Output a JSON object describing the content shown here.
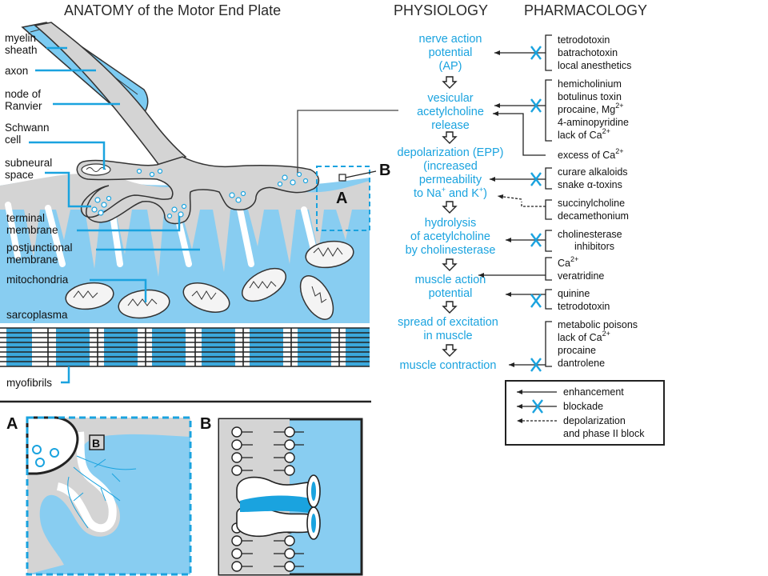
{
  "headers": {
    "anatomy": "ANATOMY of the Motor End Plate",
    "physiology": "PHYSIOLOGY",
    "pharmacology": "PHARMACOLOGY"
  },
  "anatomy_labels": {
    "myelin": [
      "myelin",
      "sheath"
    ],
    "axon": "axon",
    "node": [
      "node of",
      "Ranvier"
    ],
    "schwann": [
      "Schwann",
      "cell"
    ],
    "subneural": [
      "subneural",
      "space"
    ],
    "terminal": [
      "terminal",
      "membrane"
    ],
    "postjunctional": [
      "postjunctional",
      "membrane"
    ],
    "mitochondria": "mitochondria",
    "sarcoplasma": "sarcoplasma",
    "myofibrils": "myofibrils",
    "box_a": "A",
    "box_b": "B"
  },
  "physiology": {
    "step1": [
      "nerve action",
      "potential",
      "(AP)"
    ],
    "step2": [
      "vesicular",
      "acetylcholine",
      "release"
    ],
    "step3": [
      "depolarization (EPP)",
      "(increased",
      "permeability",
      "to Na",
      "+",
      " and K",
      "+",
      ")"
    ],
    "step4": [
      "hydrolysis",
      "of acetylcholine",
      "by cholinesterase"
    ],
    "step5": [
      "muscle action",
      "potential"
    ],
    "step6": [
      "spread of excitation",
      "in muscle"
    ],
    "step7": "muscle contraction"
  },
  "pharmacology": {
    "g1": [
      "tetrodotoxin",
      "batrachotoxin",
      "local anesthetics"
    ],
    "g2": [
      "hemicholinium",
      "botulinus toxin",
      "procaine, Mg",
      "2+",
      "4-aminopyridine",
      "lack of Ca",
      "2+"
    ],
    "g3": [
      "excess of Ca",
      "2+"
    ],
    "g4": [
      "curare alkaloids",
      "snake α-toxins"
    ],
    "g5": [
      "succinylcholine",
      "decamethonium"
    ],
    "g6": [
      "cholinesterase",
      "inhibitors"
    ],
    "g7": [
      "Ca",
      "2+",
      "veratridine"
    ],
    "g8": [
      "quinine",
      "tetrodotoxin"
    ],
    "g9": [
      "metabolic poisons",
      "lack of Ca",
      "2+",
      "procaine",
      "dantrolene"
    ]
  },
  "legend": {
    "enhancement": "enhancement",
    "blockade": "blockade",
    "depol1": "depolarization",
    "depol2": "and phase II block"
  },
  "insets": {
    "a": "A",
    "b": "B",
    "b_inner": "B"
  },
  "colors": {
    "blue": "#1aa3df",
    "light_blue": "#7ccbf2",
    "muscle": "#88cdf1",
    "gray": "#d2d2d2"
  }
}
